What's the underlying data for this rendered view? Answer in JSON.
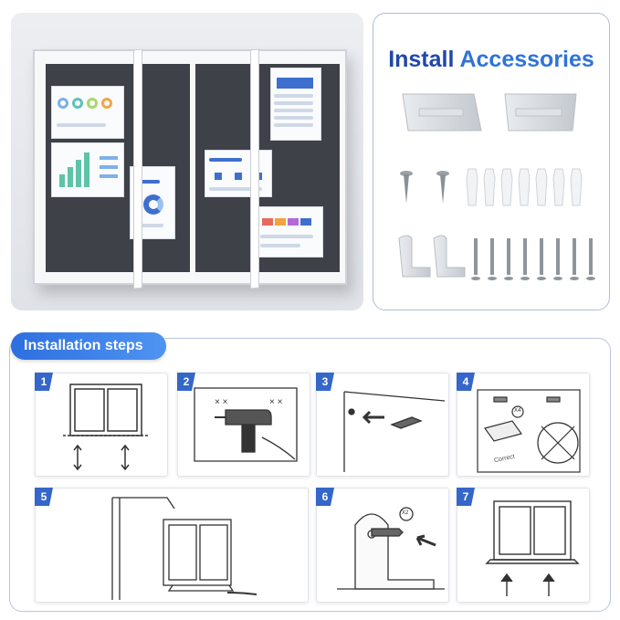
{
  "accessories": {
    "title_part1": "Install",
    "title_part2": "Accessories"
  },
  "steps_section": {
    "title": "Installation steps",
    "steps": [
      {
        "number": "1"
      },
      {
        "number": "2"
      },
      {
        "number": "3"
      },
      {
        "number": "4",
        "correct_label": "Correct",
        "badge": "X4"
      },
      {
        "number": "5"
      },
      {
        "number": "6",
        "badge": "X2"
      },
      {
        "number": "7"
      }
    ]
  },
  "colors": {
    "accent_dark": "#2148a8",
    "accent": "#2f73d8",
    "step_badge": "#3566c9",
    "cork": "#3e4147"
  }
}
